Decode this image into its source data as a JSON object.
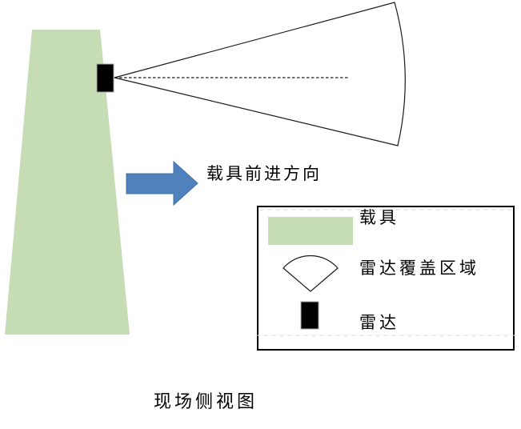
{
  "colors": {
    "vehicle_green": "#c6dcb4",
    "arrow_blue": "#4f81bd",
    "arrow_blue_edge": "#3f6ea5",
    "radar_black": "#000000",
    "radar_edge_gray": "#a6a6a6",
    "outline_black": "#1a1a1a",
    "faint_dash_gray": "#dcdcdc"
  },
  "diagram": {
    "arrow_label": "载具前进方向"
  },
  "legend": {
    "items": [
      {
        "id": "vehicle",
        "label": "载具"
      },
      {
        "id": "radar-coverage",
        "label": "雷达覆盖区域"
      },
      {
        "id": "radar",
        "label": "雷达"
      }
    ]
  },
  "caption": "现场侧视图"
}
